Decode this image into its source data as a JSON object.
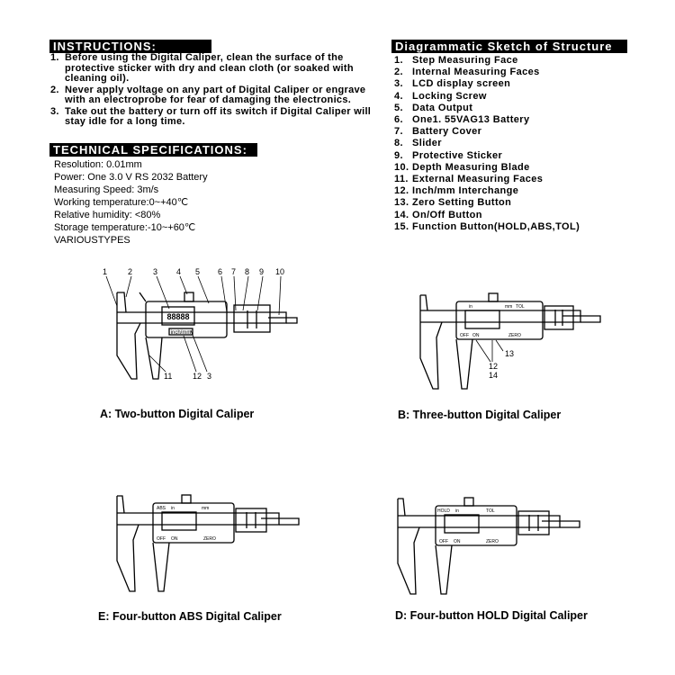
{
  "instructions": {
    "title": "INSTRUCTIONS:",
    "items": [
      {
        "num": "1.",
        "text": "Before using the Digital Caliper, clean the surface of the protective sticker with dry and clean cloth (or soaked with cleaning oil)."
      },
      {
        "num": "2.",
        "text": "Never apply voltage on any part of Digital Caliper or engrave with an electroprobe for fear of damaging the electronics."
      },
      {
        "num": "3.",
        "text": "Take out the battery or turn off its switch if Digital Caliper will stay idle for a long time."
      }
    ]
  },
  "specifications": {
    "title": "TECHNICAL SPECIFICATIONS:",
    "lines": [
      "Resolution: 0.01mm",
      "Power: One 3.0 V RS 2032 Battery",
      "Measuring Speed: 3m/s",
      "Working temperature:0~+40℃",
      "Relative humidity: <80%",
      "Storage temperature:-10~+60℃",
      "VARIOUSTYPES"
    ]
  },
  "structure": {
    "title": "Diagrammatic Sketch of Structure",
    "items": [
      {
        "num": "1.",
        "text": "Step Measuring Face"
      },
      {
        "num": "2.",
        "text": "Internal Measuring Faces"
      },
      {
        "num": "3.",
        "text": "LCD display screen"
      },
      {
        "num": "4.",
        "text": "Locking Screw"
      },
      {
        "num": "5.",
        "text": "Data Output"
      },
      {
        "num": "6.",
        "text": "One1. 55VAG13 Battery"
      },
      {
        "num": "7.",
        "text": "Battery Cover"
      },
      {
        "num": "8.",
        "text": "Slider"
      },
      {
        "num": "9.",
        "text": "Protective Sticker"
      },
      {
        "num": "10.",
        "text": "Depth Measuring Blade"
      },
      {
        "num": "11.",
        "text": "External Measuring Faces"
      },
      {
        "num": "12.",
        "text": "Inch/mm Interchange"
      },
      {
        "num": "13.",
        "text": "Zero Setting Button"
      },
      {
        "num": "14.",
        "text": "On/Off Button"
      },
      {
        "num": "15.",
        "text": "Function Button(HOLD,ABS,TOL)"
      }
    ]
  },
  "figures": {
    "a": {
      "caption": "A: Two-button Digital Caliper",
      "callouts_top": [
        "1",
        "2",
        "3",
        "4",
        "5",
        "6",
        "7",
        "8",
        "9",
        "10"
      ],
      "callouts_bottom": [
        "11",
        "12",
        "3"
      ],
      "button_text": "inch/mm"
    },
    "b": {
      "caption": "B: Three-button Digital Caliper",
      "callouts": [
        "12",
        "13",
        "14"
      ],
      "button_off": "OFF",
      "button_on": "ON",
      "button_zero": "ZERO",
      "button_inch": "in",
      "button_mm": "mm",
      "button_tol": "TOL"
    },
    "e": {
      "caption": "E: Four-button ABS Digital Caliper",
      "button_abs": "ABS",
      "button_off": "OFF",
      "button_on": "ON",
      "button_zero": "ZERO",
      "button_inch": "in",
      "button_mm": "mm"
    },
    "d": {
      "caption": "D: Four-button HOLD Digital Caliper",
      "button_hold": "HOLD",
      "button_inch": "in",
      "button_tol": "TOL",
      "button_off": "OFF",
      "button_on": "ON",
      "button_zero": "ZERO"
    }
  }
}
